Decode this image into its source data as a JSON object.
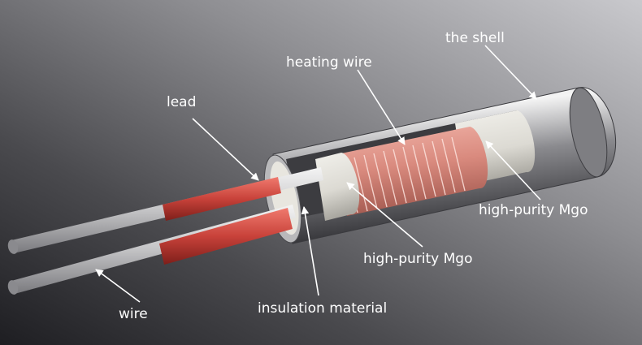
{
  "labels": {
    "shell": "the shell",
    "heating_wire": "heating wire",
    "lead": "lead",
    "mgo_outer": "high-purity Mgo",
    "mgo_inner": "high-purity Mgo",
    "wire": "wire",
    "insulation": "insulation material"
  },
  "colors": {
    "background_light": "#bfbfc3",
    "background_dark": "#1e1e22",
    "shell_metal": "#8a8a8e",
    "heating_coil": "#d98a7e",
    "mgo_core": "#e4e2dc",
    "red_sleeve": "#c8423a",
    "label_text": "#ffffff"
  }
}
